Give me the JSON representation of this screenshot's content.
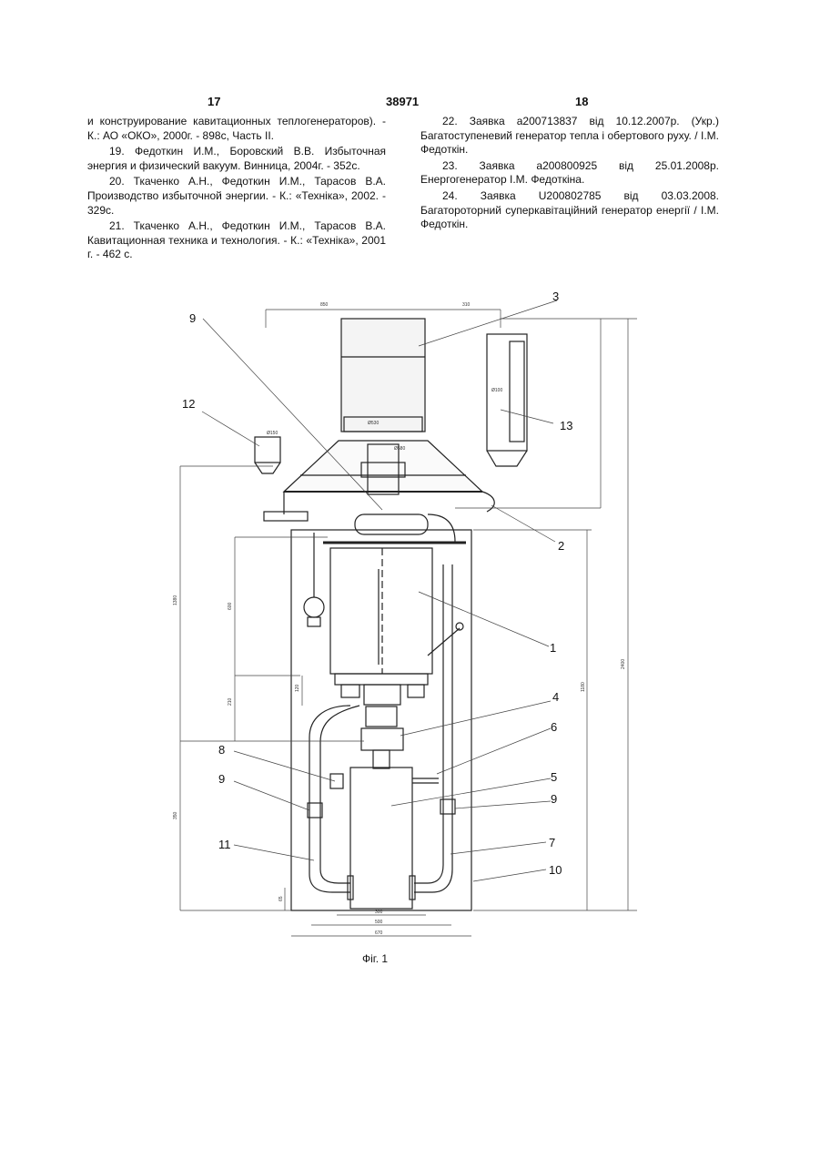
{
  "header": {
    "left_page": "17",
    "doc_number": "38971",
    "right_page": "18"
  },
  "left_column": [
    "и конструирование кавитационных теплогенераторов). - К.: АО «ОКО», 2000г. - 898с, Часть II.",
    "19. Федоткин И.М., Боровский В.В. Избыточная энергия и физический вакуум. Винница, 2004г. - 352с.",
    "20. Ткаченко А.Н., Федоткин И.М., Тарасов В.А. Производство избыточной энергии. - К.: «Техніка», 2002. - 329с.",
    "21. Ткаченко А.Н., Федоткин И.М., Тарасов В.А. Кавитационная техника и технология. - К.: «Техніка», 2001 г. - 462 с."
  ],
  "right_column": [
    "22. Заявка а200713837 від 10.12.2007р. (Укр.) Багатоступеневий генератор тепла і обертового руху. / І.М. Федоткін.",
    "23. Заявка а200800925 від 25.01.2008р. Енергогенератор І.М. Федоткіна.",
    "24. Заявка U200802785 від 03.03.2008. Багатороторний суперкавітаційний генератор енергії / І.М. Федоткін."
  ],
  "figure": {
    "caption": "Фіг. 1",
    "callouts": [
      "1",
      "2",
      "3",
      "4",
      "5",
      "6",
      "7",
      "8",
      "9",
      "9",
      "9",
      "10",
      "11",
      "12",
      "13"
    ],
    "dimensions": [
      "850",
      "310",
      "Ø150",
      "Ø580",
      "Ø530",
      "Ø100",
      "1380",
      "600",
      "1180",
      "2400",
      "350",
      "210",
      "120",
      "65",
      "300",
      "500",
      "670"
    ]
  }
}
